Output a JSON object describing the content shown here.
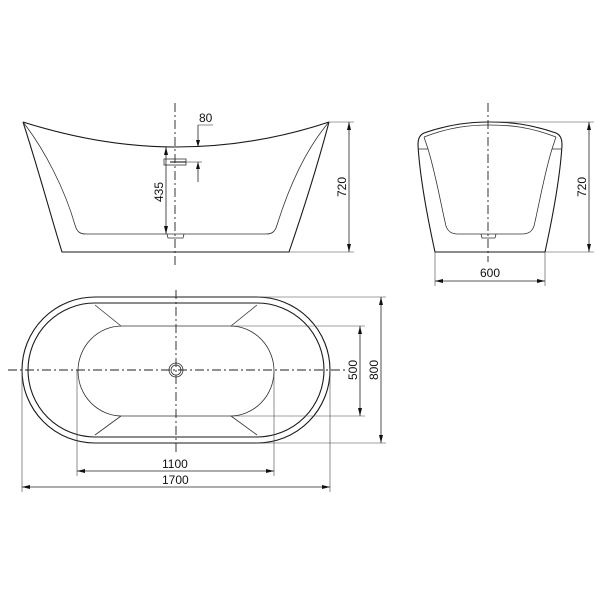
{
  "drawing": {
    "subject": "Freestanding oval bathtub technical drawing",
    "units": "mm",
    "line_color": "#1a1a1a",
    "background": "#ffffff"
  },
  "side_view": {
    "label_height": "720",
    "label_overflow_height": "435",
    "label_overflow_width": "80"
  },
  "end_view": {
    "label_height": "720",
    "label_base_width": "600"
  },
  "plan_view": {
    "label_inner_width": "500",
    "label_outer_width": "800",
    "label_inner_length": "1100",
    "label_outer_length": "1700"
  }
}
